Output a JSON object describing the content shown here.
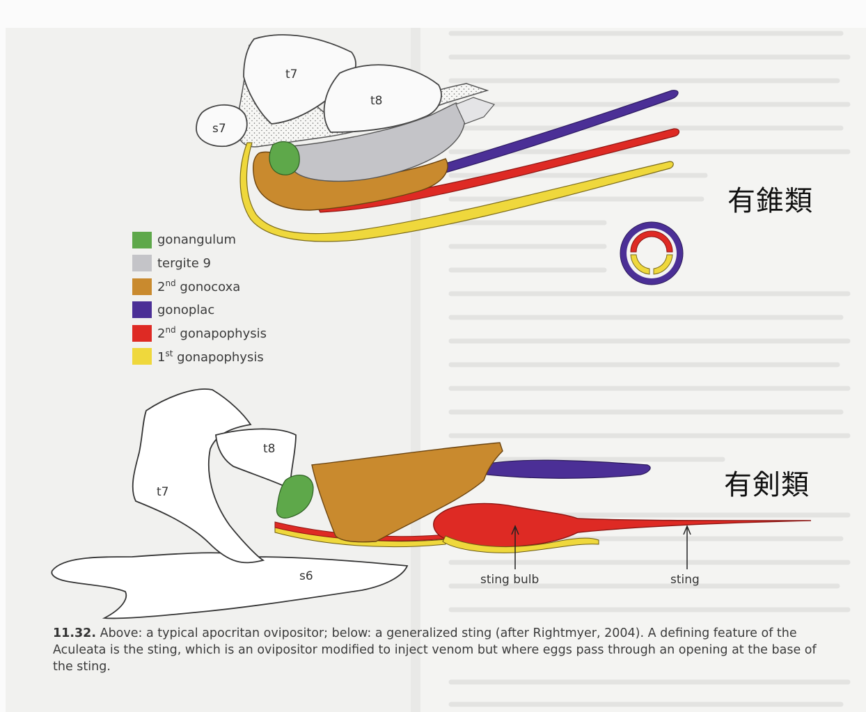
{
  "legend": {
    "items": [
      {
        "label": "gonangulum",
        "color": "#5ea84a"
      },
      {
        "label": "tergite 9",
        "color": "#c4c4c8"
      },
      {
        "label_main": "gonocoxa",
        "label_prefix": "2",
        "label_sup": "nd",
        "color": "#c98a2e"
      },
      {
        "label": "gonoplac",
        "color": "#4b2f96"
      },
      {
        "label_main": "gonapophysis",
        "label_prefix": "2",
        "label_sup": "nd",
        "color": "#de2a24"
      },
      {
        "label_main": "gonapophysis",
        "label_prefix": "1",
        "label_sup": "st",
        "color": "#efd83c"
      }
    ]
  },
  "top_diagram": {
    "labels": {
      "t7": "t7",
      "t8": "t8",
      "s7": "s7"
    }
  },
  "bottom_diagram": {
    "labels": {
      "t7": "t7",
      "t8": "t8",
      "s6": "s6",
      "sting_bulb": "sting bulb",
      "sting": "sting"
    }
  },
  "jp_labels": {
    "top": "有錐類",
    "bottom": "有剣類"
  },
  "caption": {
    "number": "11.32.",
    "text": "Above: a typical apocritan ovipositor; below: a generalized sting (after Rightmyer, 2004). A defining feature of the Aculeata is the sting, which is an ovipositor modified to inject venom but where eggs pass through an opening at the base of the sting."
  },
  "colors": {
    "gonangulum": "#5ea84a",
    "tergite9": "#c4c4c8",
    "gonocoxa": "#c98a2e",
    "gonoplac": "#4b2f96",
    "gonapophysis2": "#de2a24",
    "gonapophysis1": "#efd83c"
  }
}
